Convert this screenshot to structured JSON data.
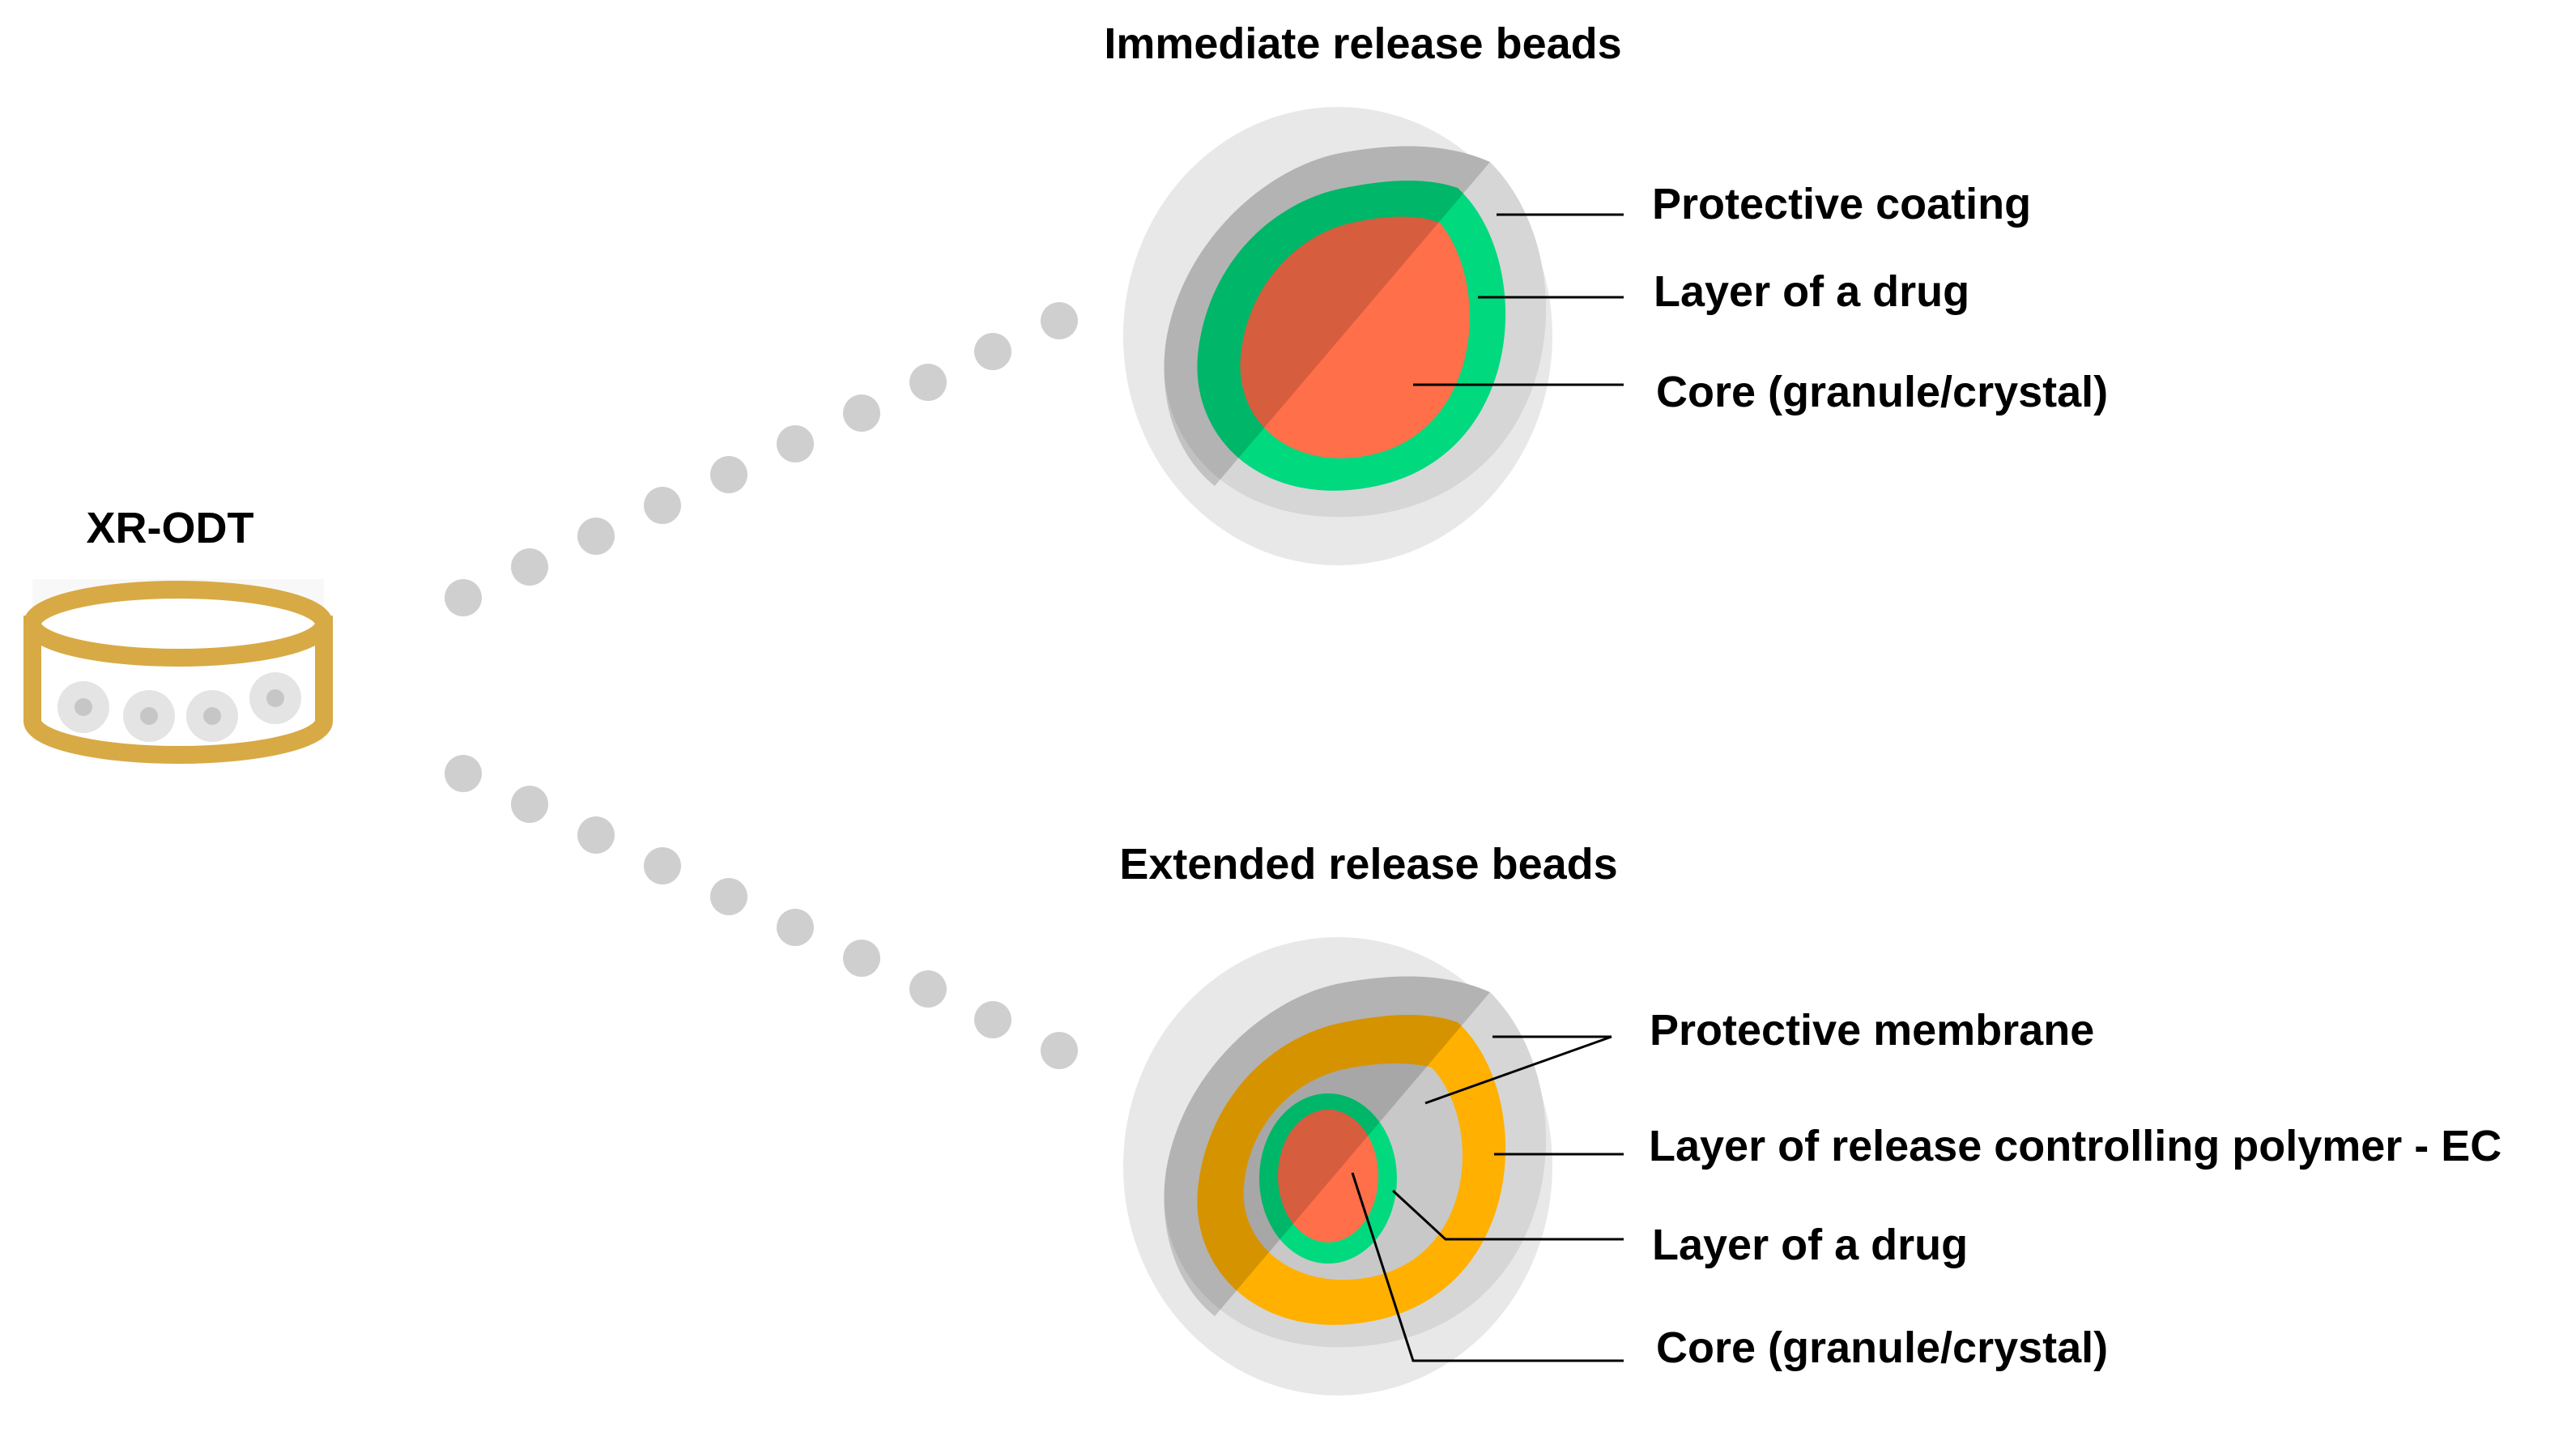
{
  "tablet": {
    "label": "XR-ODT",
    "rim_color": "#d8aa45"
  },
  "immediate": {
    "title": "Immediate release beads",
    "labels": {
      "coating": "Protective coating",
      "drug": "Layer of a drug",
      "core": "Core (granule/crystal)"
    }
  },
  "extended": {
    "title": "Extended release beads",
    "labels": {
      "membrane": "Protective membrane",
      "polymer": "Layer of release controlling polymer - EC",
      "drug": "Layer of a drug",
      "core": "Core (granule/crystal)"
    }
  },
  "colors": {
    "outer_shell": "#e8e8e8",
    "outer_shell_dark": "#bdbdbd",
    "inner_shell": "#d9d9d9",
    "drug_layer": "#00d97e",
    "core": "#ff6f4a",
    "polymer": "#ffb000",
    "connector_dots": "#cfcfcf"
  }
}
